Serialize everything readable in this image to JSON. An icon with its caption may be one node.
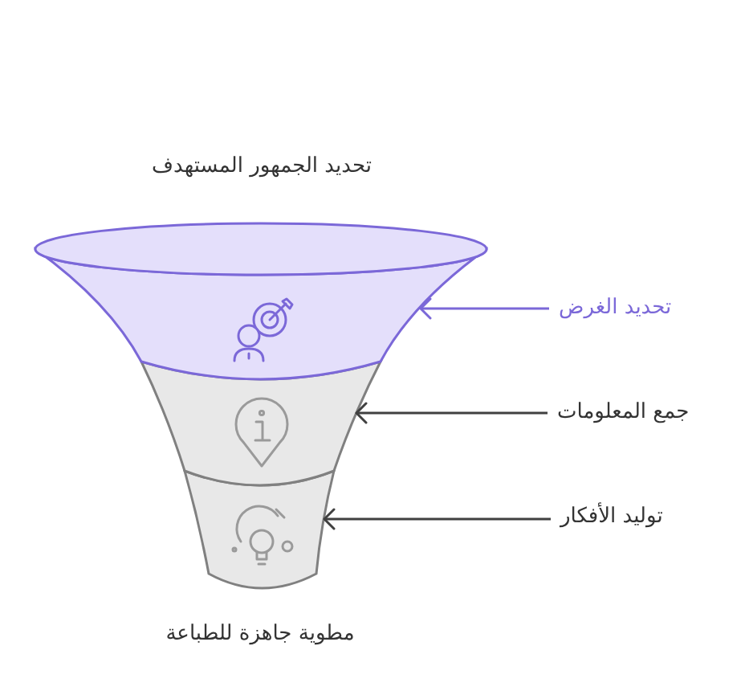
{
  "diagram": {
    "nodes": [
      {
        "text": [],
        "shape": "funnel"
      },
      {
        "text": [
          "تحديد الغرض"
        ]
      },
      {
        "text": [],
        "shape": "funnel"
      },
      {
        "text": [
          "جمع المعلومات"
        ]
      },
      {
        "text": [],
        "shape": "funnel"
      },
      {
        "text": [
          "توليد الأفكار"
        ]
      }
    ],
    "edges": [
      {
        "from": 1,
        "to": 0,
        "arrow": "to",
        "color": "#7b68d8"
      },
      {
        "from": 3,
        "to": 2,
        "arrow": "to"
      },
      {
        "from": 5,
        "to": 4,
        "arrow": "to"
      }
    ],
    "labels": [
      "تحديد الجمهور المستهدف",
      "مطوية جاهزة للطباعة"
    ]
  }
}
